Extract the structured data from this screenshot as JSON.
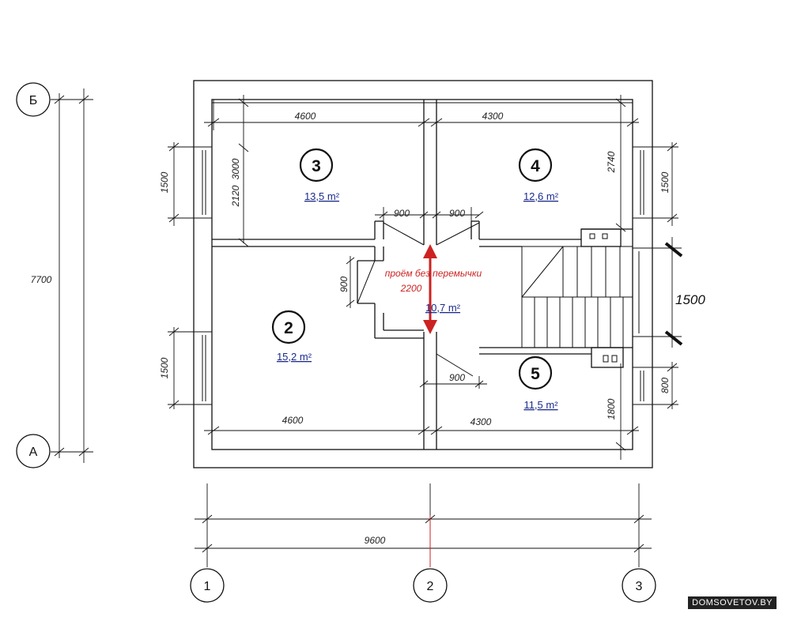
{
  "axes": {
    "rows": [
      {
        "id": "row-b",
        "label": "Б"
      },
      {
        "id": "row-a",
        "label": "А"
      }
    ],
    "cols": [
      {
        "id": "col-1",
        "label": "1"
      },
      {
        "id": "col-2",
        "label": "2"
      },
      {
        "id": "col-3",
        "label": "3"
      }
    ]
  },
  "dimensions": {
    "total_width": "9600",
    "total_depth": "7700",
    "top_left": "4600",
    "top_right": "4300",
    "bottom_left": "4600",
    "bottom_right": "4300",
    "door_left": "900",
    "door_right": "900",
    "door_bottom": "900",
    "hall_opening": "900",
    "win_left_top": "1500",
    "win_left_bottom": "1500",
    "win_right_top": "1500",
    "win_right_bottom": "800",
    "room3_depth_a": "2120",
    "room3_depth_b": "3000",
    "room4_depth": "2740",
    "room5_depth": "1800",
    "stair_window": "1500"
  },
  "rooms": [
    {
      "num": "2",
      "area": "15,2 m²"
    },
    {
      "num": "3",
      "area": "13,5 m²"
    },
    {
      "num": "4",
      "area": "12,6 m²"
    },
    {
      "num": "5",
      "area": "11,5 m²"
    },
    {
      "num": "",
      "area": "10,7 m²"
    }
  ],
  "annotation": {
    "line1": "проём без перемычки",
    "line2": "2200"
  },
  "watermark": "DOMSOVETOV.BY",
  "colors": {
    "line": "#111111",
    "area": "#1a2a8a",
    "accent": "#cc2222"
  }
}
